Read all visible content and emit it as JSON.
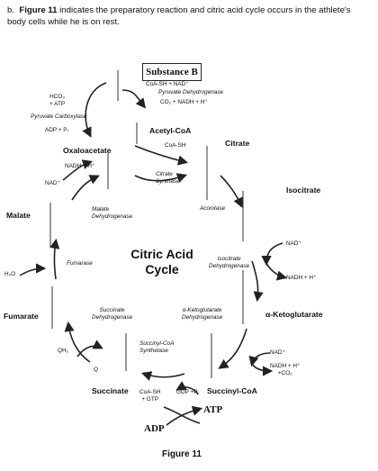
{
  "question": {
    "prefix": "b.",
    "figure_ref": "Figure 11",
    "text": "indicates the preparatory reaction and citric acid cycle occurs in the athlete's body cells while he is on rest."
  },
  "substance_b": "Substance B",
  "top": {
    "coash_nad": "CoA-SH + NAD⁺",
    "pyruvate_dh": "Pyruvate Dehydrogenase",
    "co2_nadh": "CO₂ + NADH + H⁺",
    "hco3_atp": "HCO₃\n+ ATP",
    "pyruvate_carboxylase": "Pyruvate Carboxylase",
    "adp_pi": "ADP + Pᵢ",
    "acetyl_coa": "Acetyl-CoA",
    "coash": "CoA-SH",
    "citrate_synthase": "Citrate\nSynthase"
  },
  "metabolites": {
    "oxaloacetate": "Oxaloacetate",
    "citrate": "Citrate",
    "isocitrate": "Isocitrate",
    "malate": "Malate",
    "fumarate": "Fumarate",
    "a_ketoglutarate": "α-Ketoglutarate",
    "succinate": "Succinate",
    "succinyl_coa": "Succinyl-CoA"
  },
  "cofactors": {
    "nadh_h_left": "NADH + H⁺",
    "nad_left": "NAD⁺",
    "h2o": "H₂O",
    "qh2": "QH₂",
    "q": "Q",
    "nad_right1": "NAD⁺",
    "nadh_right1": "NADH + H⁺",
    "nad_right2": "NAD⁺",
    "nadh_right2": "NADH + H⁺\n+CO₂",
    "coash_gtp": "CoA-SH\n+ GTP",
    "gdp_pi": "GDP +Pᵢ"
  },
  "enzymes": {
    "malate_dh": "Malate\nDehydrogenase",
    "aconitase": "Aconitase",
    "fumarase": "Fumarase",
    "isocitrate_dh": "Isocitrate\nDehydrogenase",
    "succinate_dh": "Succinate\nDehydrogenase",
    "akg_dh": "α-Ketoglutarate\nDehydrogenase",
    "succinyl_synthetase": "Succinyl-CoA\nSynthetase"
  },
  "center_label": "Citric Acid\nCycle",
  "adp": "ADP",
  "atp": "ATP",
  "caption": "Figure 11"
}
